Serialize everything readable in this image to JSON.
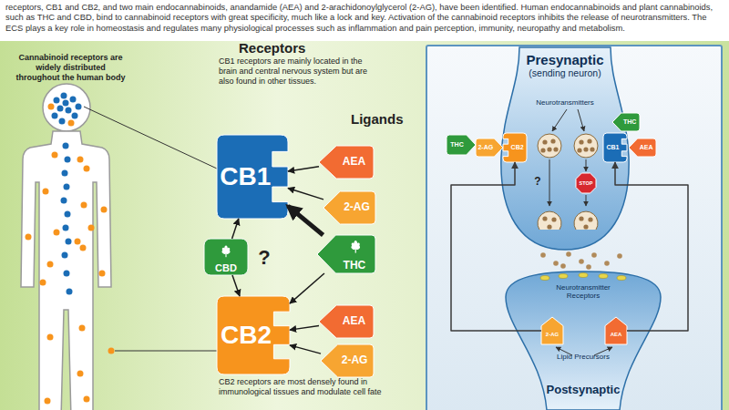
{
  "diagram": {
    "caption": "receptors, CB1 and CB2, and two main endocannabinoids, anandamide (AEA) and 2-arachidonoylglycerol (2-AG), have been identified. Human endocannabinoids and plant cannabinoids, such as THC and CBD, bind to cannabinoid receptors with great specificity, much like a lock and key. Activation of the cannabinoid receptors inhibits the release of neurotransmitters. The ECS plays a key role in homeostasis and regulates many physiological processes such as inflammation and pain perception, immunity, neuropathy and metabolism.",
    "nodes": [
      {
        "text": [
          "CB1"
        ]
      },
      {
        "text": [
          "AEA"
        ]
      },
      {
        "text": [
          "2-AG"
        ]
      },
      {
        "text": [
          "CBD"
        ]
      },
      {
        "text": [
          "THC"
        ]
      },
      {
        "text": [
          "CB2"
        ]
      },
      {
        "text": [
          "AEA"
        ]
      },
      {
        "text": [
          "2-AG"
        ]
      },
      {
        "text": [
          "Presynaptic",
          "(sending neuron)",
          "Neurotransmitters"
        ]
      },
      {
        "text": [
          "THC"
        ]
      },
      {
        "text": [
          "2-AG"
        ]
      },
      {
        "text": [
          "CB2"
        ],
        "in": 8
      },
      {
        "text": [
          "CB1"
        ],
        "in": 8
      },
      {
        "text": [
          "THC"
        ]
      },
      {
        "text": [
          "AEA"
        ]
      },
      {
        "text": [
          "STOP"
        ],
        "in": 8
      },
      {
        "text": [
          "Neurotransmitter Receptors",
          "Lipid Precursors",
          "Postsynaptic"
        ]
      },
      {
        "text": [
          "2-AG"
        ],
        "in": 16
      },
      {
        "text": [
          "AEA"
        ],
        "in": 16
      }
    ],
    "edges": [
      {
        "from": 1,
        "to": 0,
        "arrow": "to"
      },
      {
        "from": 2,
        "to": 0,
        "arrow": "to"
      },
      {
        "from": 4,
        "to": 0,
        "arrow": "to"
      },
      {
        "from": 3,
        "to": 0,
        "arrow": "to"
      },
      {
        "from": 3,
        "to": 5,
        "arrow": "to"
      },
      {
        "from": 4,
        "to": 5,
        "arrow": "to"
      },
      {
        "from": 6,
        "to": 5,
        "arrow": "to"
      },
      {
        "from": 7,
        "to": 5,
        "arrow": "to"
      },
      {
        "from": 17,
        "to": 11,
        "arrow": "to"
      },
      {
        "from": 18,
        "to": 12,
        "arrow": "to"
      }
    ],
    "labels": [
      "Cannabinoid receptors are widely distributed throughout the human body",
      "Receptors",
      "CB1 receptors are mainly located in the brain and central nervous system but are also found in other tissues.",
      "Ligands",
      "?",
      "CB2 receptors are most densely found in immunological tissues and modulate cell fate",
      "?"
    ]
  }
}
